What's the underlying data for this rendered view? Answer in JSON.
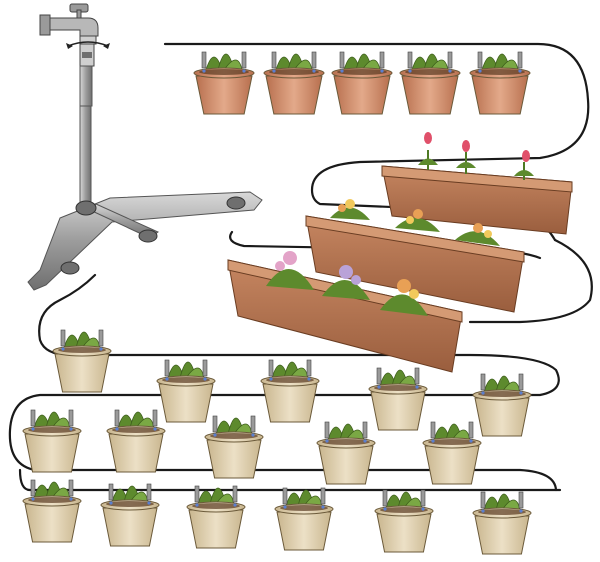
{
  "diagram": {
    "kind": "drip-irrigation-kit-illustration",
    "labels": [],
    "counts": {
      "hanging_pots_top_row": 5,
      "planter_boxes": 3,
      "bottom_pots_row1": 5,
      "bottom_pots_row2": 5,
      "bottom_pots_row3": 6
    },
    "colors": {
      "tubing": "#1a1a1a",
      "pvc_pipe": "#a8a8a8",
      "copper_pot": "#c98a6a",
      "planter_box": "#b5734e",
      "clay_pot": "#d9c9a8",
      "leaf": "#5d8a2d",
      "tulip": "#e0506a",
      "flower_pink": "#e3a3c8",
      "flower_orange": "#e8a055",
      "flower_lilac": "#b9a2d8"
    },
    "icons": [
      "faucet-icon",
      "splitter-icon",
      "dripper-icon",
      "rotation-arrow-icon"
    ]
  }
}
